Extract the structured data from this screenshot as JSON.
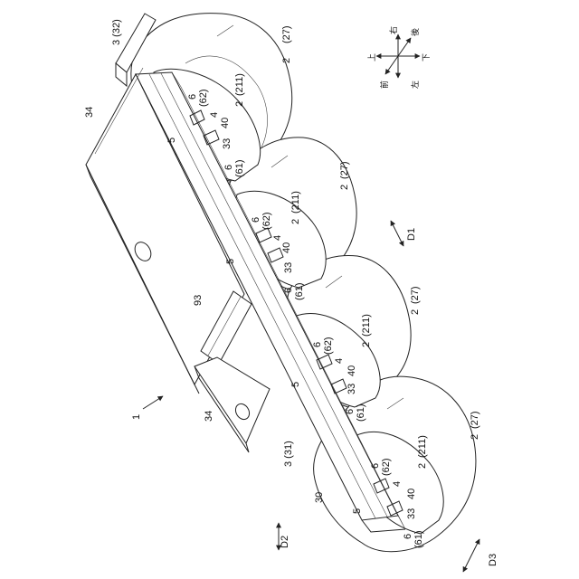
{
  "labels": {
    "assembly": "1",
    "cell": "2",
    "cell_paren": "(27)",
    "cell_top": "2",
    "cell_top_paren": "(211)",
    "bus_main": "3 (31)",
    "bus_top": "3 (32)",
    "tab_4": "4",
    "weld_5": "5",
    "joint_6a": "6",
    "joint_6a_paren": "(62)",
    "joint_6b": "6",
    "joint_6b_paren": "(61)",
    "part_30": "30",
    "part_33": "33",
    "part_34": "34",
    "part_40": "40",
    "part_93": "93"
  },
  "directions": {
    "D1": "D1",
    "D2": "D2",
    "D3": "D3",
    "up": "上",
    "down": "下",
    "right": "右",
    "left": "左",
    "front": "前",
    "back": "後"
  }
}
